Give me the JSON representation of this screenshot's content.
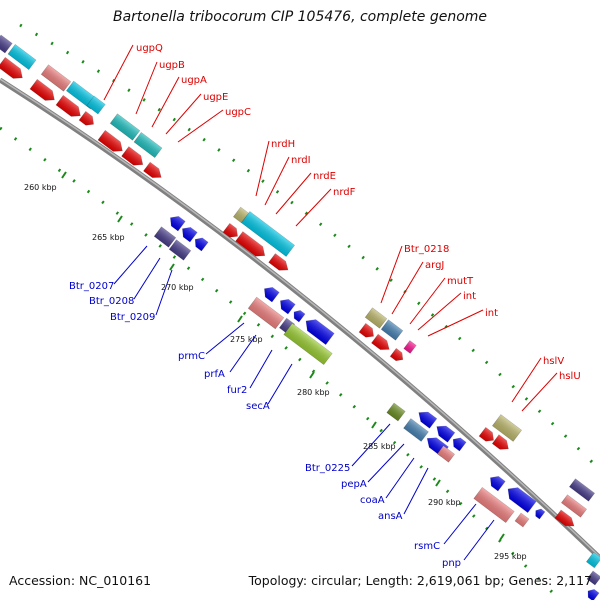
{
  "title": "Bartonella tribocorum CIP 105476, complete genome",
  "footer": {
    "accession": "Accession: NC_010161",
    "topology": "Topology: circular; Length: 2,619,061 bp; Genes: 2,117"
  },
  "colors": {
    "backbone": "#808080",
    "red": "#ee0000",
    "pink": "#f08080",
    "cyan": "#00c8e8",
    "teal": "#20c0c0",
    "blue": "#0000ee",
    "steel": "#4682b4",
    "darkslate": "#483d8b",
    "khaki": "#bdb76b",
    "lime": "#9acd32",
    "olive": "#6b8e23",
    "magenta": "#ff1493",
    "tick": "#1a8a1a",
    "label_red": "#dd0000",
    "label_blue": "#0000cc"
  },
  "ticks": [
    "260 kbp",
    "265 kbp",
    "270 kbp",
    "275 kbp",
    "280 kbp",
    "285 kbp",
    "290 kbp",
    "295 kbp"
  ],
  "gene_labels": {
    "top_red": [
      "ugpQ",
      "ugpB",
      "ugpA",
      "ugpE",
      "ugpC"
    ],
    "mid_red": [
      "nrdH",
      "nrdI",
      "nrdE",
      "nrdF"
    ],
    "right_red": [
      "Btr_0218",
      "argJ",
      "mutT",
      "int",
      "int"
    ],
    "far_red": [
      "hslV",
      "hslU"
    ],
    "left_blue": [
      "Btr_0207",
      "Btr_0208",
      "Btr_0209"
    ],
    "mid_blue": [
      "prmC",
      "prfA",
      "fur2",
      "secA"
    ],
    "right_blue": [
      "Btr_0225",
      "pepA",
      "coaA",
      "ansA"
    ],
    "bottom_blue": [
      "rsmC",
      "pnp"
    ]
  }
}
